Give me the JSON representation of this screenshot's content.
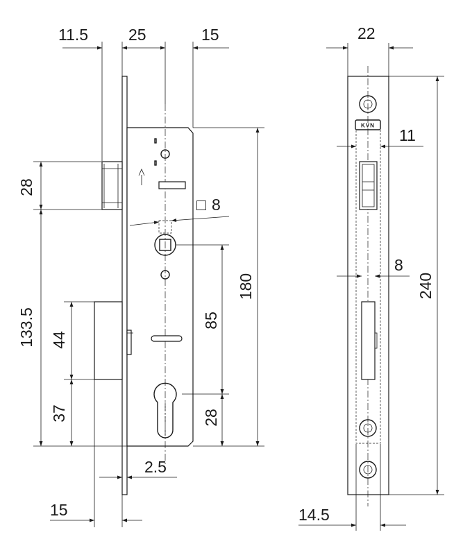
{
  "diagram": {
    "front_view": {
      "dimensions": {
        "backset_left": "11.5",
        "backset_mid": "25",
        "backset_right": "15",
        "latch_height": "28",
        "square_size": "8",
        "square_symbol": "□",
        "body_height": "180",
        "handle_to_cylinder": "85",
        "cylinder_to_bottom": "28",
        "total_offset": "133.5",
        "bolt_height": "44",
        "bolt_to_bottom": "37",
        "plate_thickness": "2.5",
        "bolt_throw": "15"
      }
    },
    "side_view": {
      "logo": "KVN",
      "dimensions": {
        "plate_width": "22",
        "hole_spacing": "11",
        "slot_width": "8",
        "plate_length": "240",
        "bottom_offset": "14.5"
      }
    }
  }
}
